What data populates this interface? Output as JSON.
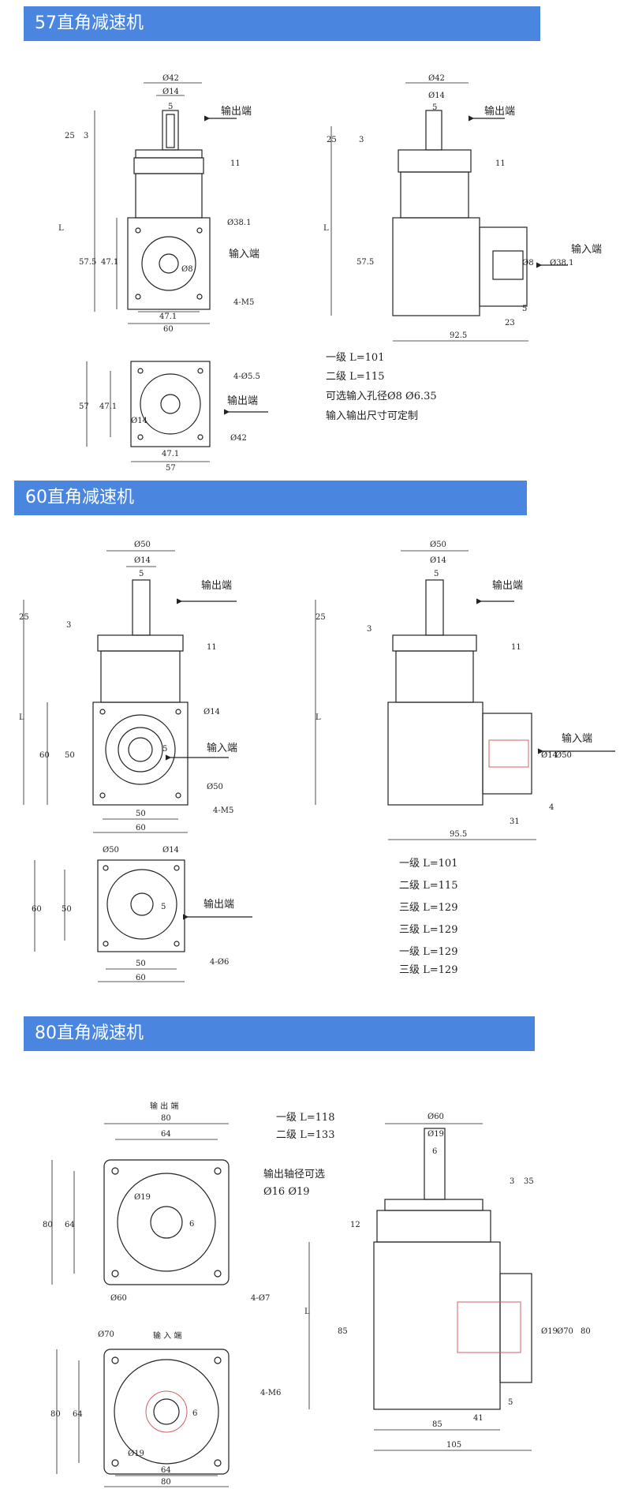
{
  "sections": [
    {
      "title": "57直角减速机",
      "labels": {
        "output": "输出端",
        "input": "输入端",
        "d42": "Ø42",
        "d14": "Ø14",
        "k5": "5",
        "l25": "25",
        "l3": "3",
        "l11": "11",
        "L": "L",
        "d38": "Ø38.1",
        "d8": "Ø8",
        "h575": "57.5",
        "h471": "47.1",
        "w471": "47.1",
        "w60": "60",
        "m5": "4-M5",
        "w925": "92.5",
        "w23": "23",
        "w5": "5",
        "h57": "57",
        "h471b": "47.1",
        "d55": "4-Ø5.5",
        "d14b": "Ø14",
        "d42b": "Ø42",
        "w471b": "47.1",
        "w57": "57"
      },
      "notes": [
        "一级 L=101",
        "二级 L=115",
        "可选输入孔径Ø8   Ø6.35",
        "输入输出尺寸可定制"
      ]
    },
    {
      "title": "60直角减速机",
      "labels": {
        "output": "输出端",
        "input": "输入端",
        "d50": "Ø50",
        "d14": "Ø14",
        "k5": "5",
        "l25": "25",
        "l3": "3",
        "l11": "11",
        "L": "L",
        "h60": "60",
        "h50": "50",
        "d50b": "Ø50",
        "m5": "4-M5",
        "w50": "50",
        "w60": "60",
        "w955": "95.5",
        "w31": "31",
        "w4": "4",
        "d50c": "Ø50",
        "d14c": "Ø14",
        "h60b": "60",
        "h50b": "50",
        "d6": "4-Ø6",
        "w50b": "50",
        "w60b": "60"
      },
      "notes": [
        "一级 L=101",
        "二级 L=115",
        "三级 L=129",
        "三级 L=129",
        "一级 L=129",
        "三级 L=129"
      ]
    },
    {
      "title": "80直角减速机",
      "labels": {
        "output": "输 出 端",
        "input": "输 入 端",
        "w80": "80",
        "w64": "64",
        "h80": "80",
        "h64": "64",
        "d19": "Ø19",
        "k6": "6",
        "d60": "Ø60",
        "d7": "4-Ø7",
        "d70": "Ø70",
        "h80b": "80",
        "h64b": "64",
        "d19b": "Ø19",
        "k6b": "6",
        "m6": "4-M6",
        "w64b": "64",
        "w80b": "80",
        "s60": "Ø60",
        "s19": "Ø19",
        "s6": "6",
        "s3": "3",
        "s35": "35",
        "s12": "12",
        "sL": "L",
        "s85": "85",
        "s19b": "Ø19",
        "s70": "Ø70",
        "s80": "80",
        "s5": "5",
        "s41": "41",
        "s85b": "85",
        "s105": "105"
      },
      "notes": [
        "一级 L=118",
        "二级 L=133",
        "输出轴径可选",
        "Ø16   Ø19"
      ]
    }
  ]
}
